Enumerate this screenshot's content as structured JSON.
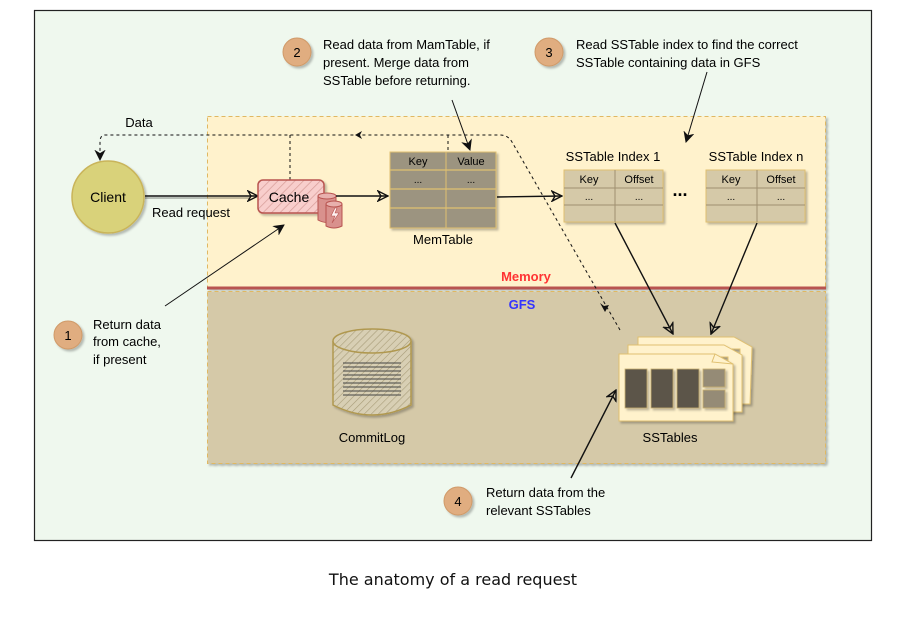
{
  "caption": "The anatomy of a read request",
  "regions": {
    "memory_label": "Memory",
    "gfs_label": "GFS"
  },
  "nodes": {
    "client": "Client",
    "cache": "Cache",
    "memtable": {
      "title": "MemTable",
      "headers": [
        "Key",
        "Value"
      ],
      "rows": [
        [
          "...",
          "..."
        ],
        [
          "",
          ""
        ],
        [
          "",
          ""
        ]
      ]
    },
    "sstable_index_1": {
      "title": "SSTable Index 1",
      "headers": [
        "Key",
        "Offset"
      ],
      "rows": [
        [
          "...",
          "..."
        ],
        [
          "",
          ""
        ]
      ]
    },
    "sstable_index_n": {
      "title": "SSTable Index n",
      "headers": [
        "Key",
        "Offset"
      ],
      "rows": [
        [
          "...",
          "..."
        ],
        [
          "",
          ""
        ]
      ]
    },
    "index_ellipsis": "...",
    "commitlog": "CommitLog",
    "sstables": "SSTables"
  },
  "edges": {
    "read_request": "Read request",
    "data": "Data"
  },
  "steps": [
    {
      "number": "1",
      "text": [
        "Return data",
        "from cache,",
        "if present"
      ]
    },
    {
      "number": "2",
      "text": [
        "Read data from MamTable, if",
        "present. Merge data from",
        "SSTable before returning."
      ]
    },
    {
      "number": "3",
      "text": [
        "Read SSTable index to find the correct",
        "SSTable containing data in GFS"
      ]
    },
    {
      "number": "4",
      "text": [
        "Return data from the",
        "relevant SSTables"
      ]
    }
  ],
  "colors": {
    "frame_bg": "#eff8ee",
    "memory_bg": "#fff2cc",
    "gfs_bg": "#d5c9a8",
    "client_fill": "#d9d27a",
    "step_badge": "#e0ad80",
    "memory_label": "#ff3333",
    "gfs_label": "#3333ff",
    "divider": "#b85450",
    "cache_stroke": "#b85450",
    "table_fill": "#9c9480",
    "index_fill": "#d5c9a8"
  }
}
